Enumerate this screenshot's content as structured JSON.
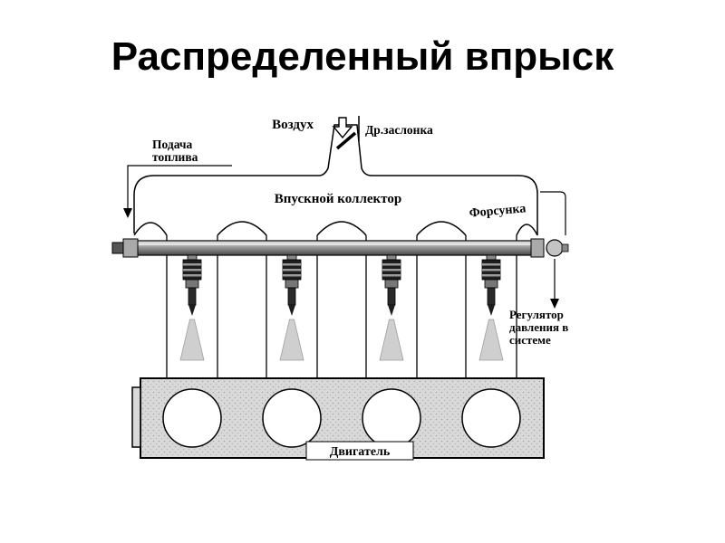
{
  "slide": {
    "title": "Распределенный впрыск",
    "background": "#ffffff"
  },
  "diagram": {
    "labels": {
      "air": "Воздух",
      "throttle_valve": "Др.заслонка",
      "fuel_supply": [
        "Подача",
        "топлива"
      ],
      "intake_manifold": "Впускной коллектор",
      "injector": "Форсунка",
      "pressure_regulator": [
        "Регулятор",
        "давления в",
        "системе"
      ],
      "engine": "Двигатель"
    },
    "counts": {
      "injectors": 4,
      "cylinders": 4
    },
    "colors": {
      "outline": "#000000",
      "fuel_rail": "#9a9a9a",
      "engine_block": "#d9d9d9",
      "spray": "#cfcfcf",
      "background": "#ffffff"
    }
  }
}
